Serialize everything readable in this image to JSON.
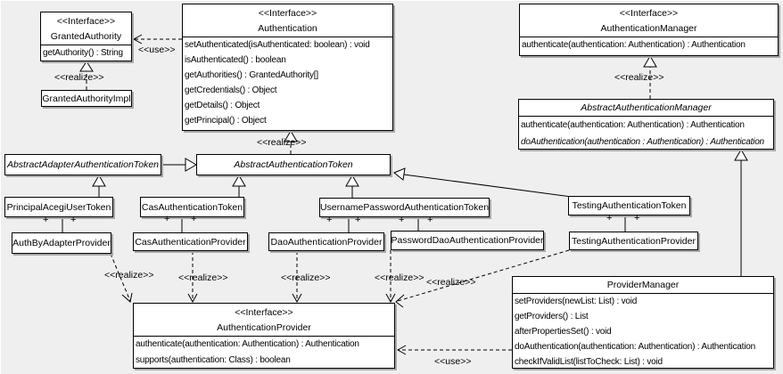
{
  "colors": {
    "background": "#efefef",
    "box_fill": "#ffffff",
    "line": "#000000",
    "shadow": "#a8a8a8"
  },
  "labels": {
    "realize": "<<realize>>",
    "use": "<<use>>",
    "plus": "+"
  },
  "classes": {
    "granted_authority": {
      "stereotype": "<<Interface>>",
      "name": "GrantedAuthority",
      "methods": [
        "getAuthority() : String"
      ]
    },
    "granted_authority_impl": {
      "name": "GrantedAuthorityImpl"
    },
    "authentication": {
      "stereotype": "<<Interface>>",
      "name": "Authentication",
      "methods": [
        "setAuthenticated(isAuthenticated: boolean) : void",
        "isAuthenticated() : boolean",
        "getAuthorities() : GrantedAuthority[]",
        "getCredentials() : Object",
        "getDetails() : Object",
        "getPrincipal() : Object"
      ]
    },
    "authentication_manager": {
      "stereotype": "<<Interface>>",
      "name": "AuthenticationManager",
      "methods": [
        "authenticate(authentication: Authentication) : Authentication"
      ]
    },
    "abstract_authentication_manager": {
      "name": "AbstractAuthenticationManager",
      "methods": [
        "authenticate(authentication: Authentication) : Authentication",
        "doAuthentication(authentication : Authentication) : Authentication"
      ]
    },
    "abstract_adapter_authentication_token": {
      "name": "AbstractAdapterAuthenticationToken"
    },
    "abstract_authentication_token": {
      "name": "AbstractAuthenticationToken"
    },
    "principal_acegi_user_token": {
      "name": "PrincipalAcegiUserToken"
    },
    "cas_authentication_token": {
      "name": "CasAuthenticationToken"
    },
    "username_password_authentication_token": {
      "name": "UsernamePasswordAuthenticationToken"
    },
    "testing_authentication_token": {
      "name": "TestingAuthenticationToken"
    },
    "auth_by_adapter_provider": {
      "name": "AuthByAdapterProvider"
    },
    "cas_authentication_provider": {
      "name": "CasAuthenticationProvider"
    },
    "dao_authentication_provider": {
      "name": "DaoAuthenticationProvider"
    },
    "password_dao_authentication_provider": {
      "name": "PasswordDaoAuthenticationProvider"
    },
    "testing_authentication_provider": {
      "name": "TestingAuthenticationProvider"
    },
    "authentication_provider": {
      "stereotype": "<<Interface>>",
      "name": "AuthenticationProvider",
      "methods": [
        "authenticate(authentication: Authentication) : Authentication",
        "supports(authentication: Class) : boolean"
      ]
    },
    "provider_manager": {
      "name": "ProviderManager",
      "methods": [
        "setProviders(newList: List) : void",
        "getProviders() : List",
        "afterPropertiesSet() : void",
        "doAuthentication(authentication: Authentication) : Authentication",
        "checkIfValidList(listToCheck: List) : void"
      ]
    }
  }
}
